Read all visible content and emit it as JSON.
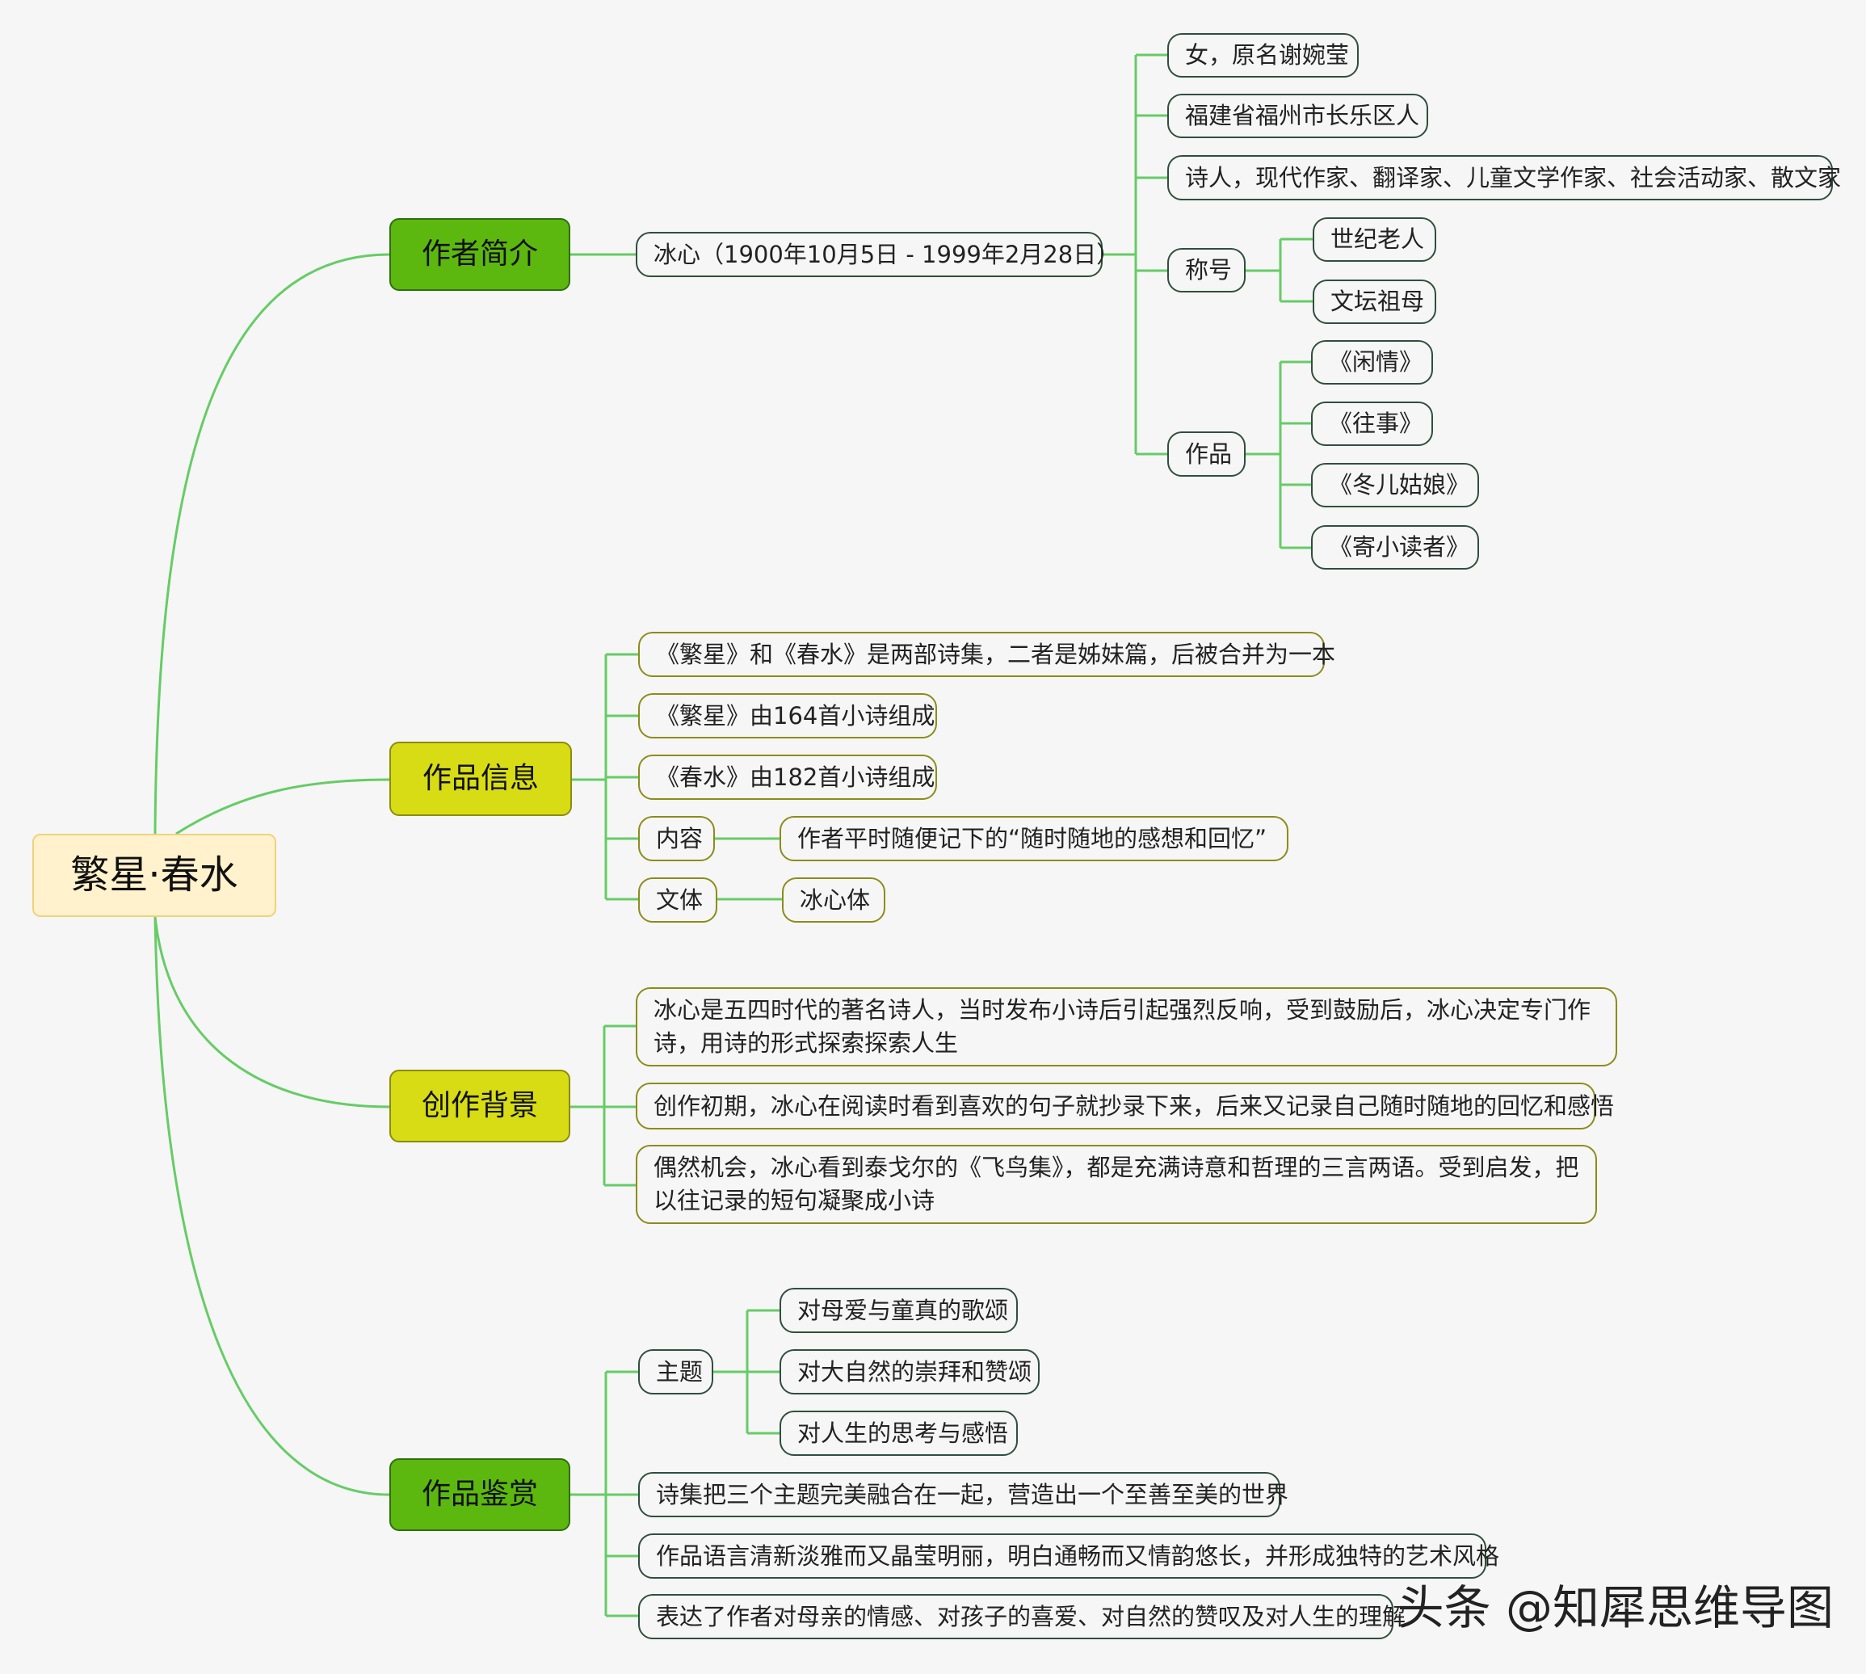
{
  "root": "繁星·春水",
  "branches": {
    "author": "作者简介",
    "info": "作品信息",
    "background": "创作背景",
    "appreciation": "作品鉴赏"
  },
  "author": {
    "name": "冰心（1900年10月5日 - 1999年2月28日）",
    "gender": "女，原名谢婉莹",
    "hometown": "福建省福州市长乐区人",
    "roles": "诗人，现代作家、翻译家、儿童文学作家、社会活动家、散文家",
    "title_label": "称号",
    "titles": [
      "世纪老人",
      "文坛祖母"
    ],
    "works_label": "作品",
    "works": [
      "《闲情》",
      "《往事》",
      "《冬儿姑娘》",
      "《寄小读者》"
    ]
  },
  "info": {
    "items": [
      "《繁星》和《春水》是两部诗集，二者是姊妹篇，后被合并为一本",
      "《繁星》由164首小诗组成",
      "《春水》由182首小诗组成"
    ],
    "content_label": "内容",
    "content": "作者平时随便记下的“随时随地的感想和回忆”",
    "style_label": "文体",
    "style": "冰心体"
  },
  "background": {
    "items": [
      "冰心是五四时代的著名诗人，当时发布小诗后引起强烈反响，受到鼓励后，冰心决定专门作诗，用诗的形式探索探索人生",
      "创作初期，冰心在阅读时看到喜欢的句子就抄录下来，后来又记录自己随时随地的回忆和感悟",
      "偶然机会，冰心看到泰戈尔的《飞鸟集》，都是充满诗意和哲理的三言两语。受到启发，把以往记录的短句凝聚成小诗"
    ]
  },
  "appreciation": {
    "theme_label": "主题",
    "themes": [
      "对母爱与童真的歌颂",
      "对大自然的崇拜和赞颂",
      "对人生的思考与感悟"
    ],
    "items": [
      "诗集把三个主题完美融合在一起，营造出一个至善至美的世界",
      "作品语言清新淡雅而又晶莹明丽，明白通畅而又情韵悠长，并形成独特的艺术风格",
      "表达了作者对母亲的情感、对孩子的喜爱、对自然的赞叹及对人生的理解"
    ]
  },
  "watermark": "头条 @知犀思维导图",
  "colors": {
    "line": "#66cc66",
    "root_fill": "#fff2cc",
    "green_branch": "#5cb80e",
    "yellow_branch": "#d8dc14"
  }
}
